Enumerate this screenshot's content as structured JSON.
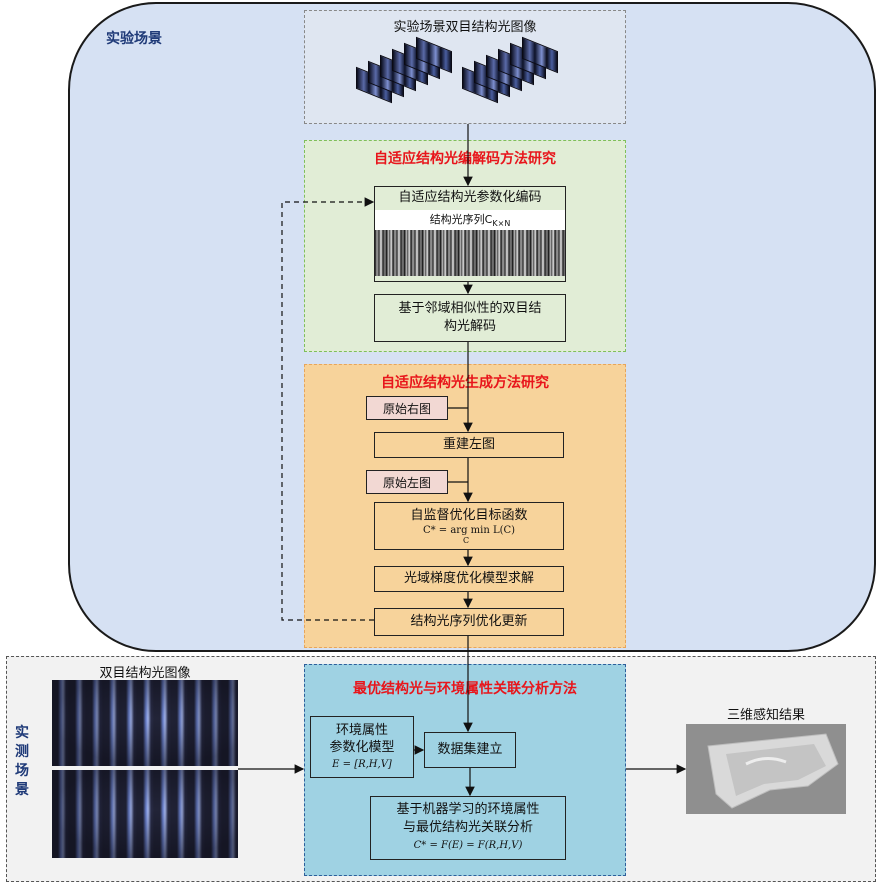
{
  "lab_scene": {
    "label": "实验场景",
    "images_title": "实验场景双目结构光图像"
  },
  "green_panel": {
    "title": "自适应结构光编解码方法研究",
    "encode_box": "自适应结构光参数化编码",
    "sequence_label": "结构光序列C",
    "sequence_sub": "K×N",
    "decode_box_line1": "基于邻域相似性的双目结",
    "decode_box_line2": "构光解码"
  },
  "orange_panel": {
    "title": "自适应结构光生成方法研究",
    "orig_right": "原始右图",
    "reconstruct_left": "重建左图",
    "orig_left": "原始左图",
    "self_supervised": "自监督优化目标函数",
    "formula": "C* = arg min L(C)",
    "formula_sub": "C",
    "gradient_solve": "光域梯度优化模型求解",
    "sequence_update": "结构光序列优化更新"
  },
  "field_scene": {
    "label_chars": [
      "实",
      "测",
      "场",
      "景"
    ],
    "images_title": "双目结构光图像"
  },
  "blue_panel": {
    "title": "最优结构光与环境属性关联分析方法",
    "env_model_line1": "环境属性",
    "env_model_line2": "参数化模型",
    "env_model_formula": "E = [R,H,V]",
    "dataset": "数据集建立",
    "ml_line1": "基于机器学习的环境属性",
    "ml_line2": "与最优结构光关联分析",
    "ml_formula": "C* = F(E) = F(R,H,V)"
  },
  "result": {
    "title": "三维感知结果"
  }
}
